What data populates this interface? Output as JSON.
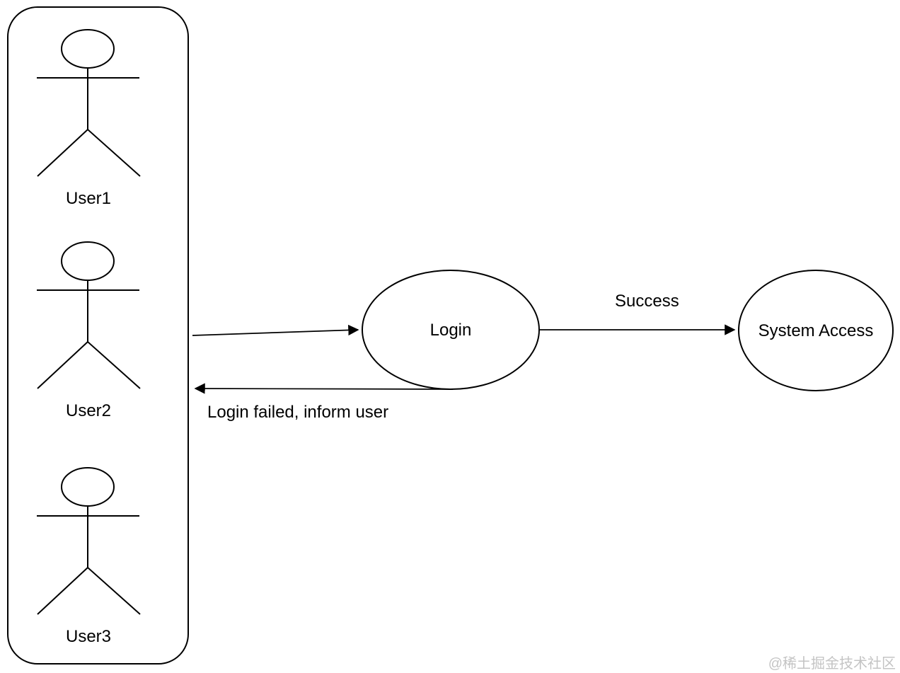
{
  "diagram": {
    "type": "uml-use-case",
    "colors": {
      "background": "#ffffff",
      "stroke": "#000000",
      "watermark": "#c4c4c4"
    },
    "actors": [
      {
        "name": "User1"
      },
      {
        "name": "User2"
      },
      {
        "name": "User3"
      }
    ],
    "use_cases": [
      {
        "label": "Login"
      },
      {
        "label": "System Access"
      }
    ],
    "edges": [
      {
        "from": "Users",
        "to": "Login",
        "label": ""
      },
      {
        "from": "Login",
        "to": "System Access",
        "label": "Success"
      },
      {
        "from": "Login",
        "to": "Users",
        "label": "Login failed, inform user"
      }
    ],
    "watermark": {
      "text": "@稀土掘金技术社区"
    }
  }
}
